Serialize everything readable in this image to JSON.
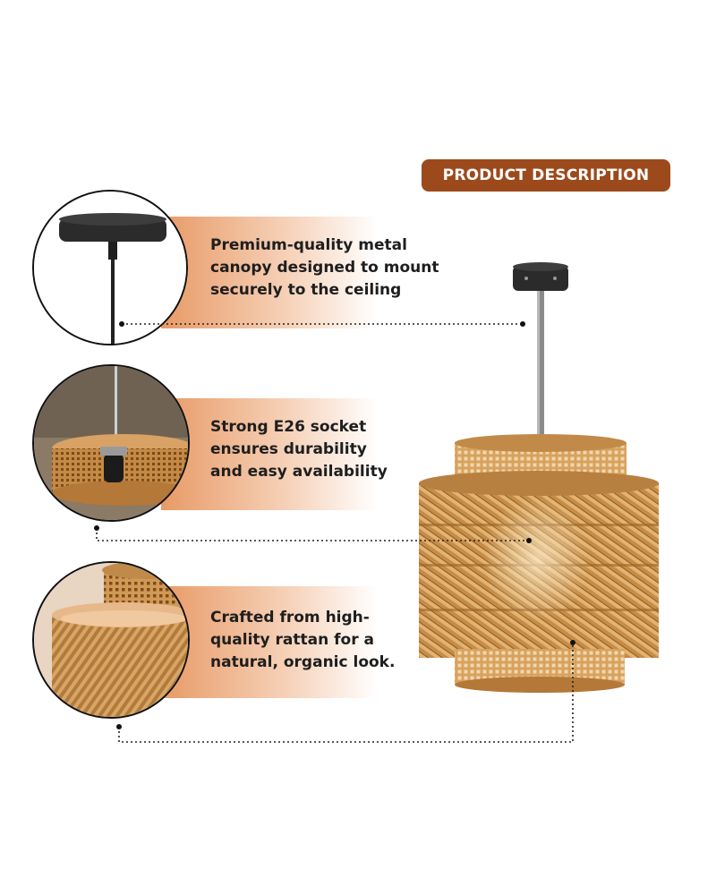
{
  "badge": {
    "label": "PRODUCT DESCRIPTION"
  },
  "features": [
    {
      "line1": "Premium-quality metal",
      "line2": "canopy designed to mount",
      "line3": "securely to the ceiling",
      "icon": "metal-canopy"
    },
    {
      "line1": "Strong E26 socket",
      "line2": "ensures durability",
      "line3": "and easy availability",
      "icon": "e26-socket"
    },
    {
      "line1": "Crafted from high-",
      "line2": "quality rattan for a",
      "line3": "natural, organic look.",
      "icon": "rattan-weave"
    }
  ],
  "colors": {
    "badge": "#9c4a1c",
    "band_start": "#e89a66",
    "band_end": "#ffffff",
    "rattan": "#c9914a",
    "rattan_dark": "#8a5a22",
    "canopy": "#2b2b2b",
    "text": "#1e1e1e"
  }
}
